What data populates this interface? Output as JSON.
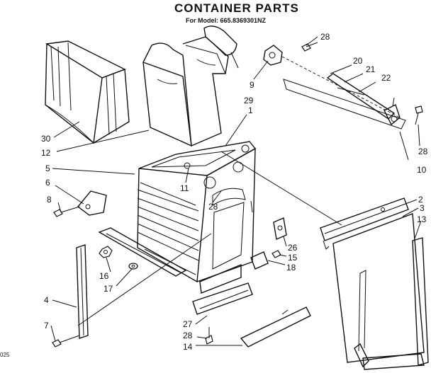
{
  "title": "CONTAINER PARTS",
  "subtitle": "For Model: 665.8369301NZ",
  "corner_code": "025",
  "callouts": [
    {
      "id": "c28a",
      "text": "28"
    },
    {
      "id": "c9",
      "text": "9"
    },
    {
      "id": "c29",
      "text": "29"
    },
    {
      "id": "c20",
      "text": "20"
    },
    {
      "id": "c21",
      "text": "21"
    },
    {
      "id": "c22",
      "text": "22"
    },
    {
      "id": "c30",
      "text": "30"
    },
    {
      "id": "c12",
      "text": "12"
    },
    {
      "id": "c1",
      "text": "1"
    },
    {
      "id": "c28b",
      "text": "28"
    },
    {
      "id": "c10",
      "text": "10"
    },
    {
      "id": "c5",
      "text": "5"
    },
    {
      "id": "c11",
      "text": "11"
    },
    {
      "id": "c6",
      "text": "6"
    },
    {
      "id": "c28c",
      "text": "28"
    },
    {
      "id": "c8",
      "text": "8"
    },
    {
      "id": "c2",
      "text": "2"
    },
    {
      "id": "c3",
      "text": "3"
    },
    {
      "id": "c13",
      "text": "13"
    },
    {
      "id": "c26",
      "text": "26"
    },
    {
      "id": "c15",
      "text": "15"
    },
    {
      "id": "c18",
      "text": "18"
    },
    {
      "id": "c16",
      "text": "16"
    },
    {
      "id": "c17",
      "text": "17"
    },
    {
      "id": "c4",
      "text": "4"
    },
    {
      "id": "c27",
      "text": "27"
    },
    {
      "id": "c28d",
      "text": "28"
    },
    {
      "id": "c14",
      "text": "14"
    },
    {
      "id": "c7",
      "text": "7"
    }
  ]
}
